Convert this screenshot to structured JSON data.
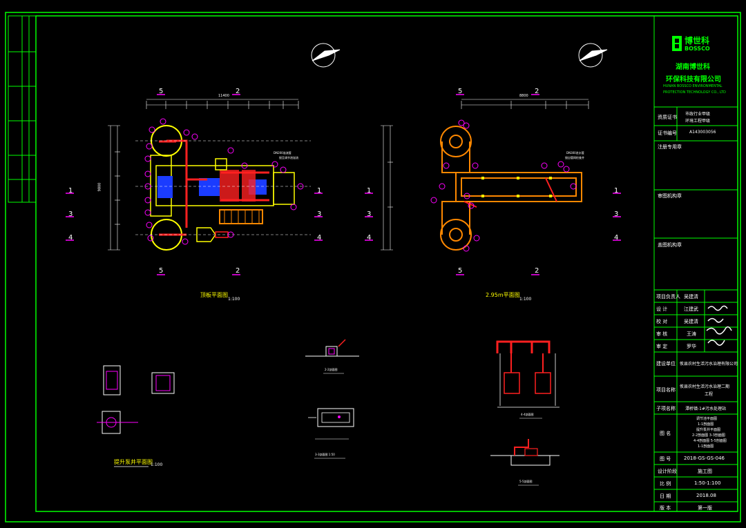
{
  "company": {
    "logo_text": "博世科",
    "logo_sub": "BOSSCO",
    "name_line1": "湖南博世科",
    "name_line2": "环保科技有限公司",
    "english_line1": "HUNAN BOSSCO ENVIRONMENTAL",
    "english_line2": "PROTECTION TECHNOLOGY CO., LTD"
  },
  "title_block": {
    "qualification_label": "资质证书",
    "qualification_value_1": "市政行业甲级",
    "qualification_value_2": "环境工程甲级",
    "cert_no_label": "证书编号",
    "cert_no_value": "A143003056",
    "registration_label": "注册专用章",
    "approval_label": "审图机构章",
    "seal_label": "盖图机构章",
    "roles": [
      {
        "role": "项目负责人",
        "name": "吴建清"
      },
      {
        "role": "设    计",
        "name": "江建武"
      },
      {
        "role": "校    对",
        "name": "吴建清"
      },
      {
        "role": "审    核",
        "name": "王涛"
      },
      {
        "role": "审    定",
        "name": "罗华"
      }
    ],
    "client_label": "建设单位",
    "client_value": "攸县农村生活污水治理有限公司",
    "project_label": "项目名称",
    "project_value_1": "攸县农村生活污水治理二期",
    "project_value_2": "工程",
    "subproject_label": "子项名称",
    "subproject_value": "潭桥镇-1#污水处理站",
    "drawing_label": "图    名",
    "drawing_value_lines": [
      "调节池平面图",
      "1-1剖面图",
      "提升泵井平面图",
      "2-2剖面图 3-3剖面图",
      "4-4剖面图 5-5剖面图",
      "1-1剖面图"
    ],
    "drawing_no_label": "图    号",
    "drawing_no_value": "2018-GS-GS-046",
    "stage_label": "设计阶段",
    "stage_value": "施工图",
    "scale_label": "比    例",
    "scale_value": "1:50-1:100",
    "date_label": "日    期",
    "date_value": "2018.08",
    "sheet_label": "版    本",
    "sheet_value": "第一版"
  },
  "drawings": {
    "plan1_title": "顶板平面图",
    "plan1_scale": "1:100",
    "plan2_title": "2.95m平面图",
    "plan2_scale": "1:100",
    "small1_title": "提升泵井平面图",
    "small1_scale": "1:100",
    "detail_b_title": "2-2剖面图",
    "detail_c_title": "3-3剖面图 1:50",
    "detail_d_title": "4-4剖面图",
    "detail_e_title": "5-5剖面图",
    "dim_plan1_total": "11400",
    "dim_plan2_total": "8800",
    "dim_height": "9800",
    "note_tag_1": "DN200溢流管",
    "note_tag_2": "接至调节池溢流",
    "note_tag_3": "DN300进水管",
    "note_tag_4": "接自管网检查井",
    "section_labels": [
      "1",
      "2",
      "3",
      "4",
      "5"
    ]
  }
}
